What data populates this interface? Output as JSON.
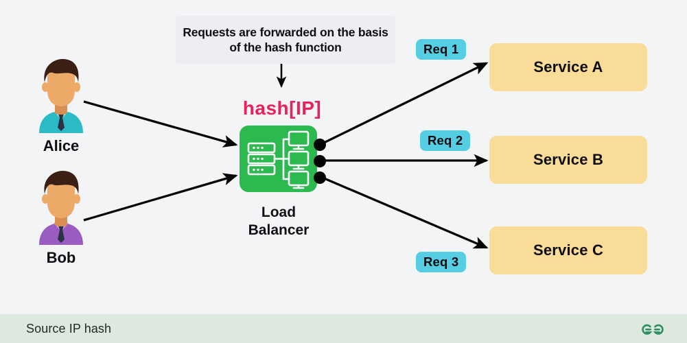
{
  "diagram": {
    "title": "Source IP hash",
    "background_color": "#f2f4f6",
    "note": {
      "text": "Requests are forwarded on the basis of the hash function",
      "background_color": "#eceef1"
    },
    "hash_label": {
      "text": "hash[IP]",
      "color": "#e8235c"
    },
    "load_balancer": {
      "label": "Load Balancer",
      "label_line_1": "Load",
      "label_line_2": "Balancer",
      "box_color": "#2cb94f",
      "icon": "server-network-icon",
      "connector_dot_color": "#050505",
      "connector_dot_count": 3
    },
    "clients": [
      {
        "name": "Alice",
        "avatar": "user-avatar-icon",
        "hair_color": "#3b1f14",
        "skin_color": "#eda968",
        "shirt_color": "#2bbbc4",
        "tie_color": "#2c3244"
      },
      {
        "name": "Bob",
        "avatar": "user-avatar-icon",
        "hair_color": "#3b1f14",
        "skin_color": "#eda968",
        "shirt_color": "#9a5cc0",
        "tie_color": "#2c3244"
      }
    ],
    "requests": [
      {
        "label": "Req 1",
        "color": "#55cde3"
      },
      {
        "label": "Req 2",
        "color": "#55cde3"
      },
      {
        "label": "Req 3",
        "color": "#55cde3"
      }
    ],
    "services": [
      {
        "label": "Service A",
        "color": "#f8dc97"
      },
      {
        "label": "Service B",
        "color": "#f8dc97"
      },
      {
        "label": "Service C",
        "color": "#f8dc97"
      }
    ],
    "footer": {
      "caption": "Source IP hash",
      "background_color": "#dde8de",
      "logo": "geeksforgeeks-logo",
      "logo_color": "#2f8d62"
    }
  }
}
